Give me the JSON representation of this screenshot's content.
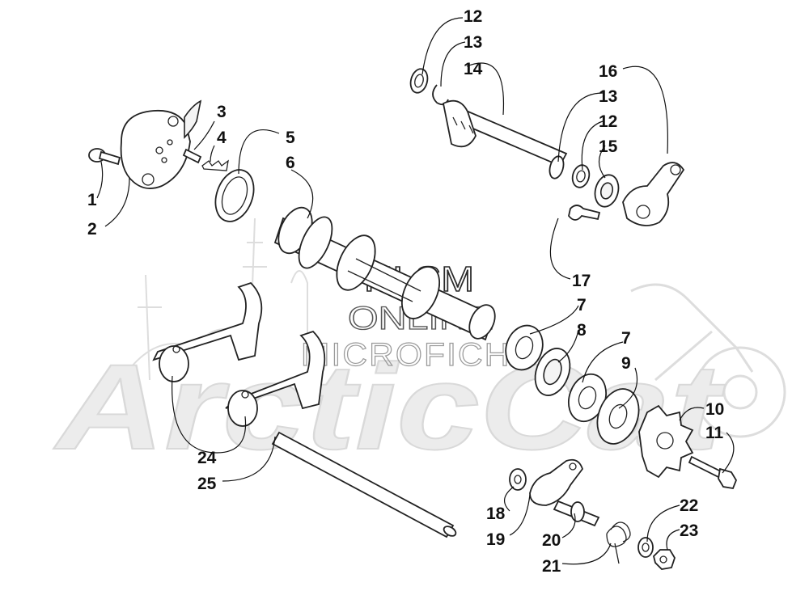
{
  "watermark": {
    "line1": "HLSM",
    "line2": "ONLINE",
    "line3": "MICROFICHE",
    "brand": "ArcticCat"
  },
  "callouts": [
    "1",
    "2",
    "3",
    "4",
    "5",
    "6",
    "7",
    "7",
    "8",
    "9",
    "10",
    "11",
    "12",
    "12",
    "13",
    "13",
    "14",
    "15",
    "16",
    "17",
    "18",
    "19",
    "20",
    "21",
    "22",
    "23",
    "24",
    "25"
  ]
}
